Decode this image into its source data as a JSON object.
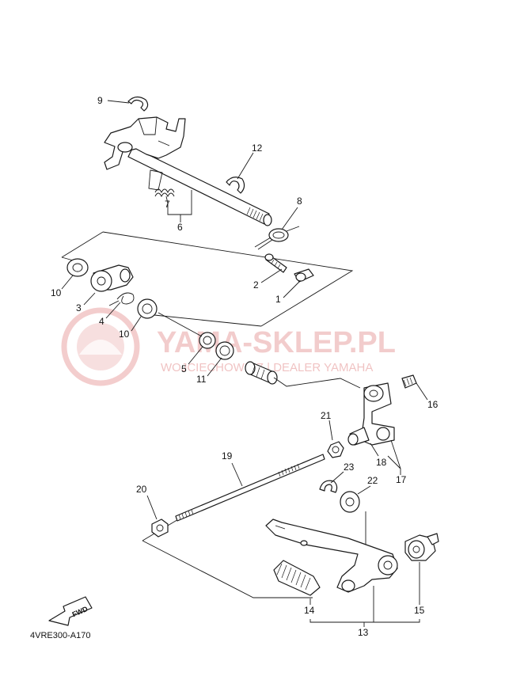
{
  "watermark": {
    "title": "YAMA-SKLEP.PL",
    "subtitle": "WOJCIECHOWICZ | DEALER YAMAHA",
    "color": "#e9a4a4"
  },
  "diagram_code": "4VRE300-A170",
  "fwd_label": "FWD",
  "callouts": {
    "c1": "1",
    "c2": "2",
    "c3": "3",
    "c4": "4",
    "c5": "5",
    "c6": "6",
    "c7": "7",
    "c8": "8",
    "c9": "9",
    "c10a": "10",
    "c10b": "10",
    "c11": "11",
    "c12": "12",
    "c13": "13",
    "c14": "14",
    "c15": "15",
    "c16": "16",
    "c17": "17",
    "c18": "18",
    "c19": "19",
    "c20": "20",
    "c21": "21",
    "c22": "22",
    "c23": "23"
  }
}
